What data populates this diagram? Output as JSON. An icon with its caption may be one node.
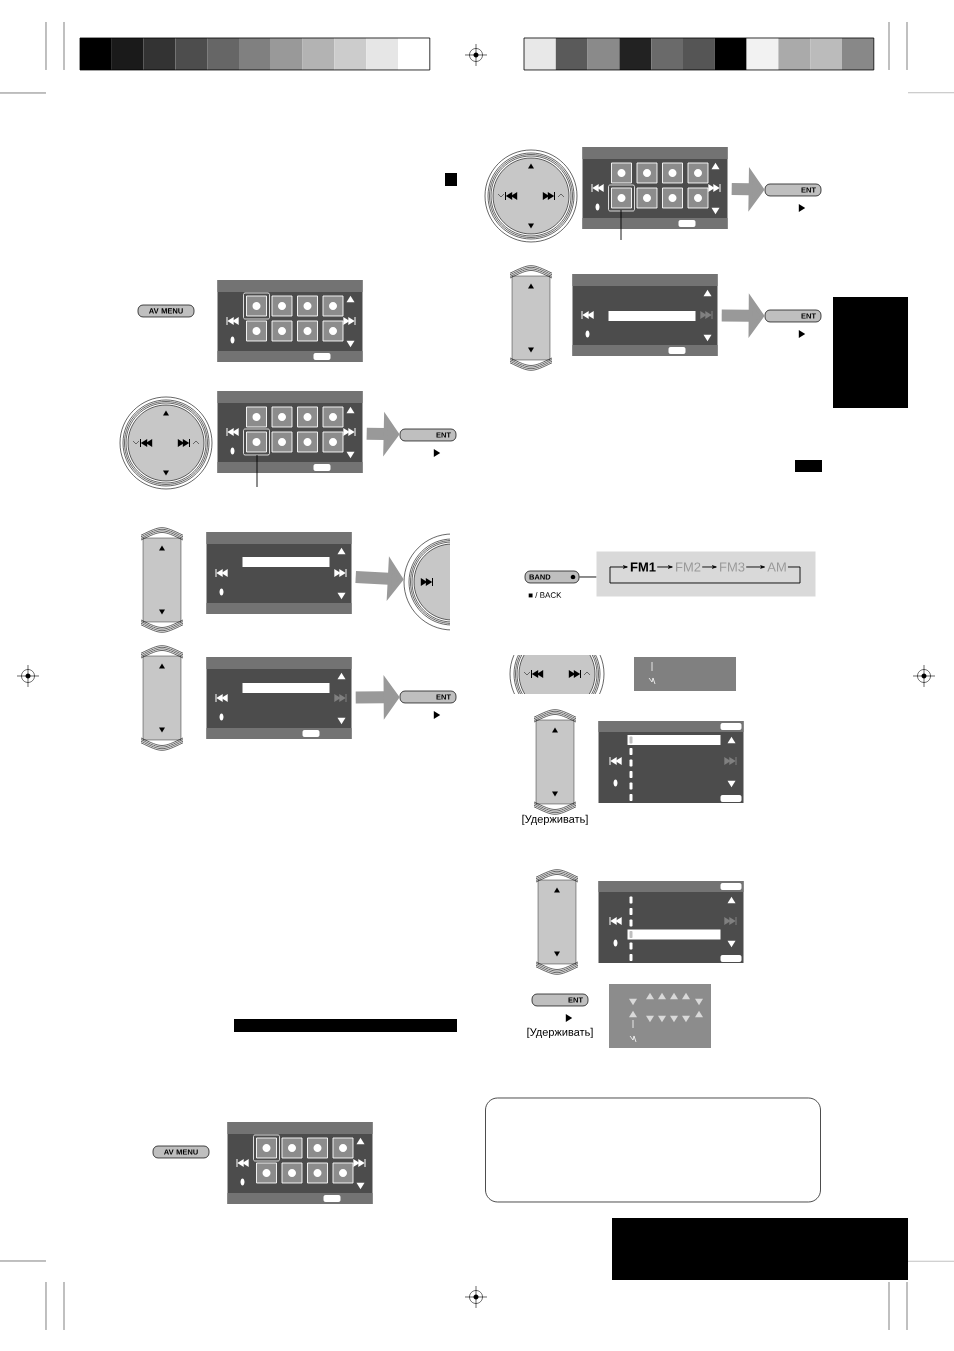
{
  "diagram": {
    "nodes": [
      {
        "text": [
          "AV MENU"
        ]
      },
      {
        "text": [],
        "shape": "box"
      },
      {
        "text": [],
        "shape": "circle"
      },
      {
        "text": [],
        "shape": "box"
      },
      {
        "text": [
          "ENT"
        ]
      },
      {
        "text": [],
        "shape": "box"
      },
      {
        "text": [],
        "shape": "box"
      },
      {
        "text": [],
        "shape": "circle"
      },
      {
        "text": [],
        "shape": "box"
      },
      {
        "text": [],
        "shape": "box"
      },
      {
        "text": [
          "ENT"
        ]
      },
      {
        "text": [
          "AV MENU"
        ]
      },
      {
        "text": [],
        "shape": "box"
      },
      {
        "text": [],
        "shape": "circle"
      },
      {
        "text": [],
        "shape": "box"
      },
      {
        "text": [
          "ENT"
        ]
      },
      {
        "text": [],
        "shape": "box"
      },
      {
        "text": [],
        "shape": "box"
      },
      {
        "text": [
          "ENT"
        ]
      },
      {
        "text": [
          "BAND"
        ]
      },
      {
        "text": [],
        "shape": "box"
      },
      {
        "text": [
          "FM1"
        ],
        "in": 20
      },
      {
        "text": [
          "FM2"
        ],
        "in": 20
      },
      {
        "text": [
          "FM3"
        ],
        "in": 20
      },
      {
        "text": [
          "AM"
        ],
        "in": 20
      },
      {
        "text": [],
        "shape": "circle"
      },
      {
        "text": [],
        "shape": "box"
      },
      {
        "text": [],
        "shape": "box",
        "beside": [
          "[Удерживать]"
        ]
      },
      {
        "text": [],
        "shape": "box"
      },
      {
        "text": [],
        "shape": "box"
      },
      {
        "text": [],
        "shape": "box"
      },
      {
        "text": [
          "ENT"
        ],
        "beside": [
          "[Удерживать]"
        ]
      },
      {
        "text": [],
        "shape": "box"
      },
      {
        "text": [],
        "shape": "box"
      },
      {
        "text": [],
        "shape": "box"
      }
    ],
    "edges": [
      {
        "from": 3,
        "to": 4,
        "arrow": "to",
        "style": "thick",
        "color": "#999999"
      },
      {
        "from": 6,
        "to": 7,
        "arrow": "to",
        "style": "thick",
        "color": "#999999"
      },
      {
        "from": 9,
        "to": 10,
        "arrow": "to",
        "style": "thick",
        "color": "#999999"
      },
      {
        "from": 14,
        "to": 15,
        "arrow": "to",
        "style": "thick",
        "color": "#999999"
      },
      {
        "from": 17,
        "to": 18,
        "arrow": "to",
        "style": "thick",
        "color": "#999999"
      },
      {
        "from": 19,
        "to": 20,
        "arrow": "none",
        "color": "#000000"
      },
      {
        "from": 21,
        "to": 22,
        "arrow": "to",
        "color": "#000000"
      },
      {
        "from": 22,
        "to": 23,
        "arrow": "to",
        "color": "#000000"
      },
      {
        "from": 23,
        "to": 24,
        "arrow": "to",
        "color": "#000000"
      },
      {
        "from": 24,
        "to": 21,
        "arrow": "to",
        "color": "#000000"
      },
      {
        "from": 3,
        "to": null,
        "arrow": "none",
        "color": "#000000"
      },
      {
        "from": 14,
        "to": null,
        "arrow": "none",
        "color": "#000000"
      }
    ],
    "labels": [
      "■ / BACK"
    ]
  }
}
